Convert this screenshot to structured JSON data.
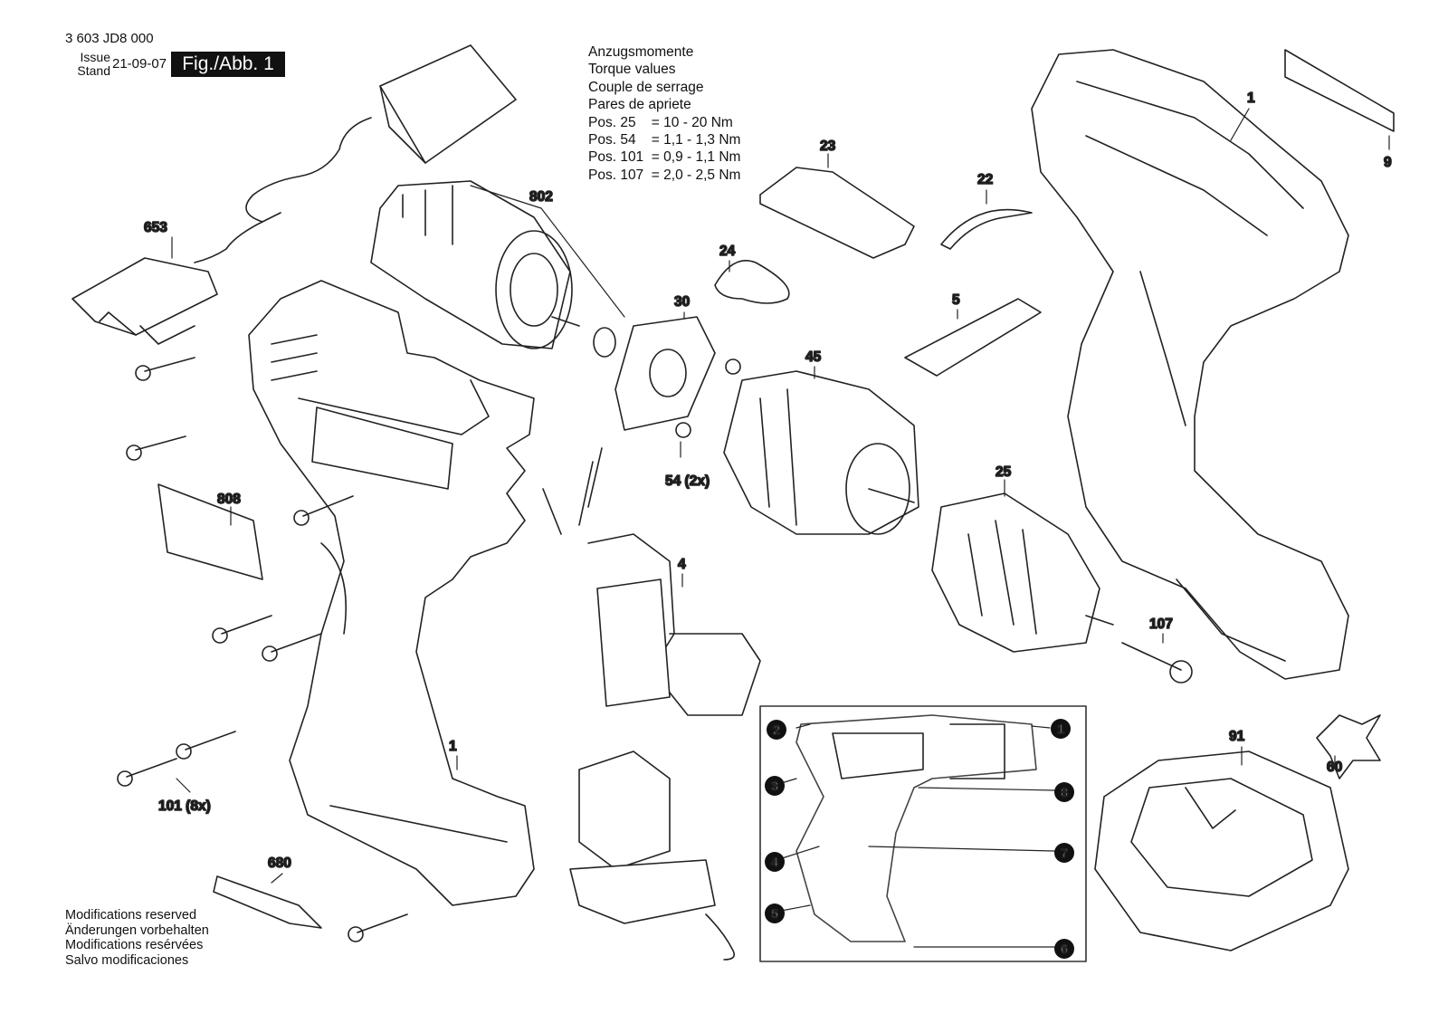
{
  "header": {
    "document_number": "3 603 JD8 000",
    "issue_label": "Issue",
    "stand_label": "Stand",
    "issue_date": "21-09-07",
    "figure_label": "Fig./Abb. 1"
  },
  "torque_block": {
    "lines": [
      "Anzugsmomente",
      "Torque values",
      "Couple de serrage",
      "Pares de apriete",
      "Pos. 25    = 10 - 20 Nm",
      "Pos. 54    = 1,1 - 1,3 Nm",
      "Pos. 101  = 0,9 - 1,1 Nm",
      "Pos. 107  = 2,0 - 2,5 Nm"
    ]
  },
  "part_labels": {
    "p1_right": "1",
    "p9": "9",
    "p23": "23",
    "p22": "22",
    "p802": "802",
    "p653": "653",
    "p24": "24",
    "p30": "30",
    "p5": "5",
    "p45": "45",
    "p54": "54 (2x)",
    "p25": "25",
    "p808": "808",
    "p4": "4",
    "p107": "107",
    "p1_left": "1",
    "p101": "101 (8x)",
    "p91": "91",
    "p60": "60",
    "p680": "680"
  },
  "inset_callouts": [
    "1",
    "2",
    "3",
    "4",
    "5",
    "6",
    "7",
    "8"
  ],
  "footer": {
    "lines": [
      "Modifications reserved",
      "Änderungen vorbehalten",
      "Modifications resérvées",
      "Salvo modificaciones"
    ]
  }
}
